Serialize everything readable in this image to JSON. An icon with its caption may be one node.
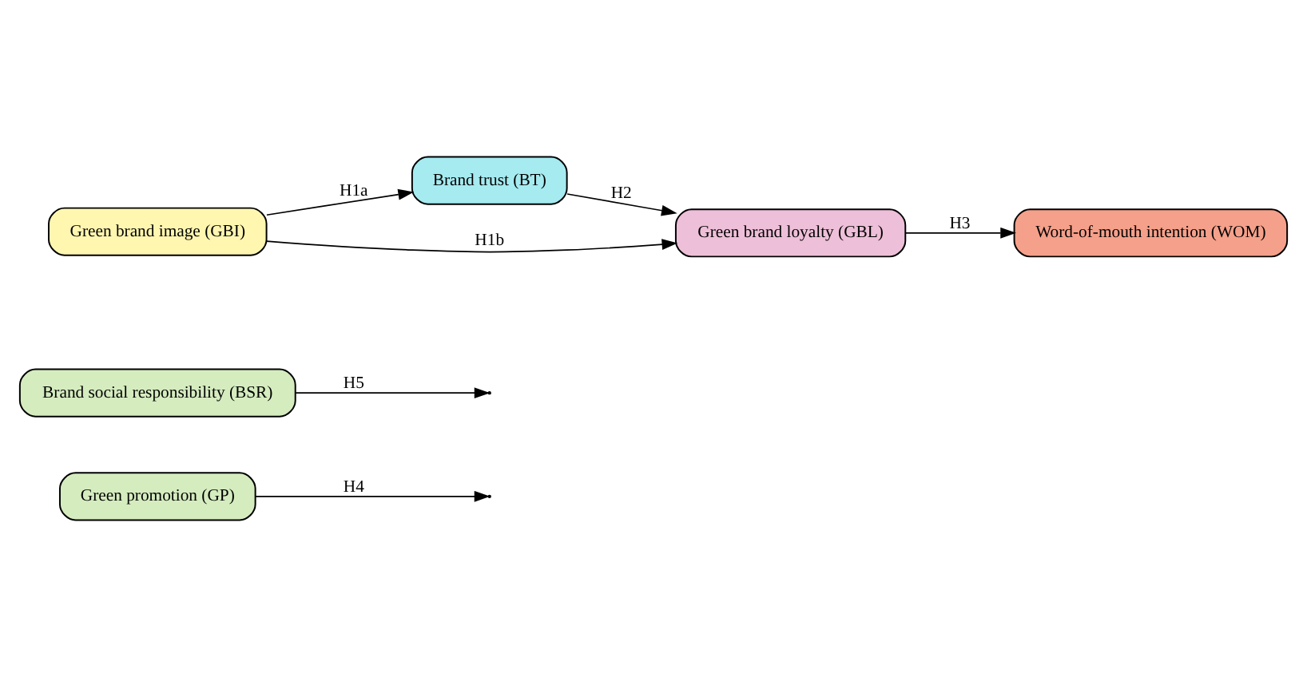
{
  "diagram": {
    "nodes": [
      {
        "text": [
          "Green promotion (GP)"
        ]
      },
      {
        "text": [
          "Brand social responsibility (BSR)"
        ]
      },
      {
        "text": [
          "Brand trust (BT)"
        ]
      },
      {
        "text": [
          "Green brand loyalty (GBL)"
        ]
      },
      {
        "text": [
          "Word-of-mouth intention (WOM)"
        ]
      },
      {
        "text": [
          "Green brand image (GBI)"
        ]
      }
    ],
    "edges": [
      {
        "from": 5,
        "to": 2,
        "arrow": "to",
        "label": "H1a"
      },
      {
        "from": 5,
        "to": 3,
        "arrow": "to",
        "label": "H1b"
      },
      {
        "from": 2,
        "to": 3,
        "arrow": "to",
        "label": "H2"
      },
      {
        "from": 3,
        "to": 4,
        "arrow": "to",
        "label": "H3"
      },
      {
        "from": 0,
        "to": null,
        "arrow": "to",
        "label": "H4"
      },
      {
        "from": 1,
        "to": null,
        "arrow": "to",
        "label": "H5"
      }
    ]
  }
}
